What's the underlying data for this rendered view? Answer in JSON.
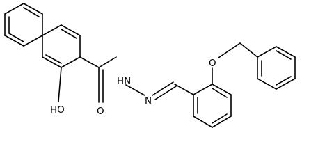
{
  "molecule": {
    "labels": {
      "hydroxyl": "HO",
      "amide_oxygen": "O",
      "amide_nh": "HN",
      "imine_nitrogen": "N",
      "ether_oxygen": "O"
    }
  }
}
